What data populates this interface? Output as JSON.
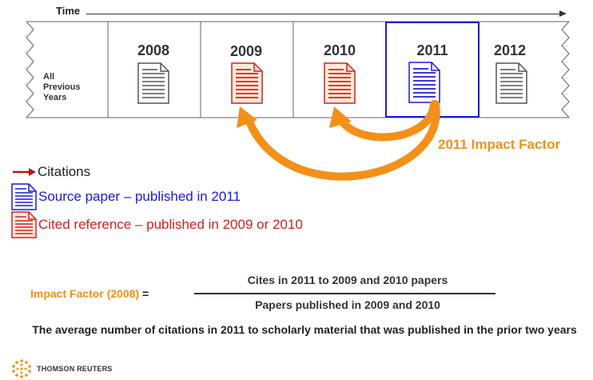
{
  "timeline": {
    "axis_label": "Time",
    "all_previous": [
      "All",
      "Previous",
      "Years"
    ],
    "years": [
      "2008",
      "2009",
      "2010",
      "2011",
      "2012"
    ],
    "impact_factor_label": "2011 Impact Factor"
  },
  "legend": {
    "citations": "Citations",
    "source_paper": "Source paper – published in 2011",
    "cited_reference": "Cited reference – published in 2009 or 2010"
  },
  "formula": {
    "lhs_label": "Impact Factor (2008)",
    "equals": " =",
    "numerator": "Cites in 2011 to 2009 and 2010 papers",
    "denominator": "Papers published in 2009 and 2010"
  },
  "description": "The average number of citations in 2011 to scholarly material that was published in the prior two years",
  "brand": "THOMSON REUTERS",
  "colors": {
    "orange": "#f39019",
    "source_blue": "#1a1ad6",
    "cited_red": "#d42020",
    "cited_fill": "#fdebd7",
    "gray": "#555555"
  }
}
